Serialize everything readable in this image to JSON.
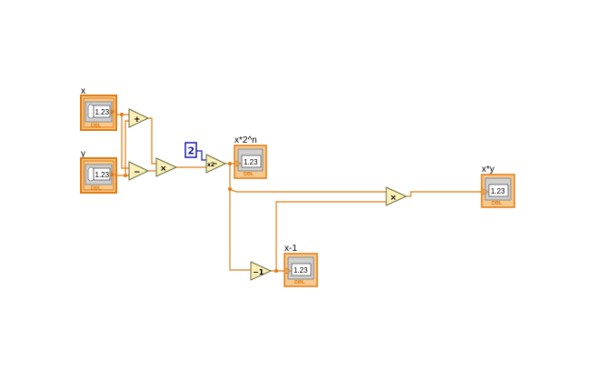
{
  "controls": [
    {
      "label": "x",
      "display": "1.23",
      "type": "DBL"
    },
    {
      "label": "y",
      "display": "1.23",
      "type": "DBL"
    }
  ],
  "indicators": [
    {
      "label": "x*2^n",
      "display": "1.23",
      "type": "DBL"
    },
    {
      "label": "x*y",
      "display": "1.23",
      "type": "DBL"
    },
    {
      "label": "x-1",
      "display": "1.23",
      "type": "DBL"
    }
  ],
  "constant": {
    "value": "2"
  },
  "operators": {
    "add": "+",
    "subtract": "−",
    "multiply1": "×",
    "scale_pow2": "x2ⁿ",
    "multiply2": "×",
    "decrement": "−1"
  },
  "colors": {
    "wire": "#e07b12",
    "node_fill": "#fbf0b8",
    "constant": "#1a1aa8"
  }
}
